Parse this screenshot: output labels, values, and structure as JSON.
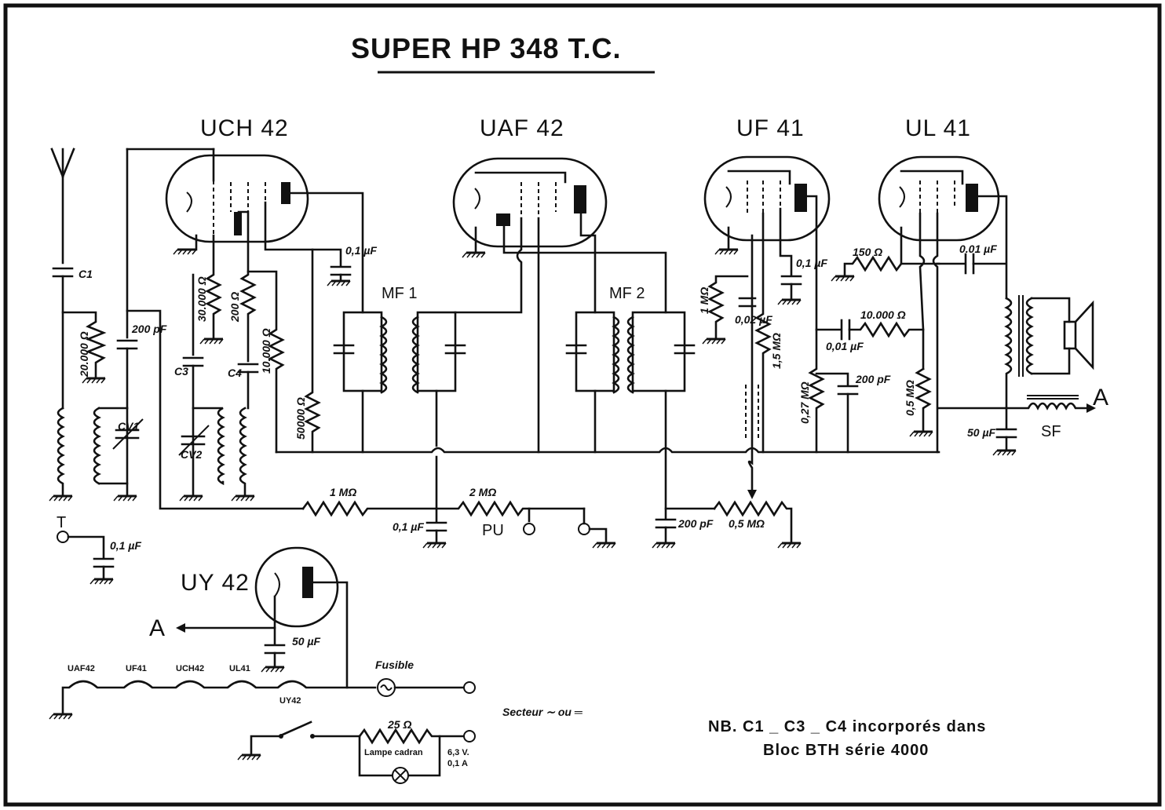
{
  "title": "SUPER HP 348 T.C.",
  "tubes": {
    "uch42": "UCH 42",
    "uaf42": "UAF 42",
    "uf41": "UF 41",
    "ul41": "UL 41",
    "uy42": "UY 42"
  },
  "stages": {
    "mf1": "MF 1",
    "mf2": "MF 2",
    "pu": "PU",
    "sf": "SF",
    "t": "T",
    "a": "A"
  },
  "components": {
    "c1": "C1",
    "c3": "C3",
    "c4": "C4",
    "cv1": "CV1",
    "cv2": "CV2",
    "r20000": "20.000 Ω",
    "c200pf": "200 pF",
    "r30000": "30.000 Ω",
    "r200": "200 Ω",
    "r10000a": "10.000 Ω",
    "r50000": "50000 Ω",
    "c01a": "0,1 µF",
    "r1m_grid": "1 MΩ",
    "c002": "0,02 µF",
    "r15m": "1,5 MΩ",
    "c01b": "0,1 µF",
    "r150": "150 Ω",
    "c001": "0.01 µF",
    "r10000b": "10.000 Ω",
    "c001b": "0,01 µF",
    "r027m": "0,27 MΩ",
    "c200pf2": "200 pF",
    "r05m": "0,5 MΩ",
    "c50": "50 µF",
    "r1m": "1 MΩ",
    "r2m": "2 MΩ",
    "c01_pu": "0,1 µF",
    "c200pf3": "200 pF",
    "pot05m": "0,5 MΩ",
    "c01_t": "0,1 µF",
    "c50_uy": "50 µF",
    "r25": "25 Ω",
    "lamp": "Lampe cadran",
    "lamp_rating1": "6,3 V.",
    "lamp_rating2": "0,1 A",
    "fuse": "Fusible",
    "mains": "Secteur ∼ ou ═"
  },
  "heaters": [
    "UAF42",
    "UF41",
    "UCH42",
    "UL41",
    "UY42"
  ],
  "note": {
    "line1": "NB.  C1 _ C3 _ C4  incorporés  dans",
    "line2": "Bloc  BTH  série  4000"
  }
}
